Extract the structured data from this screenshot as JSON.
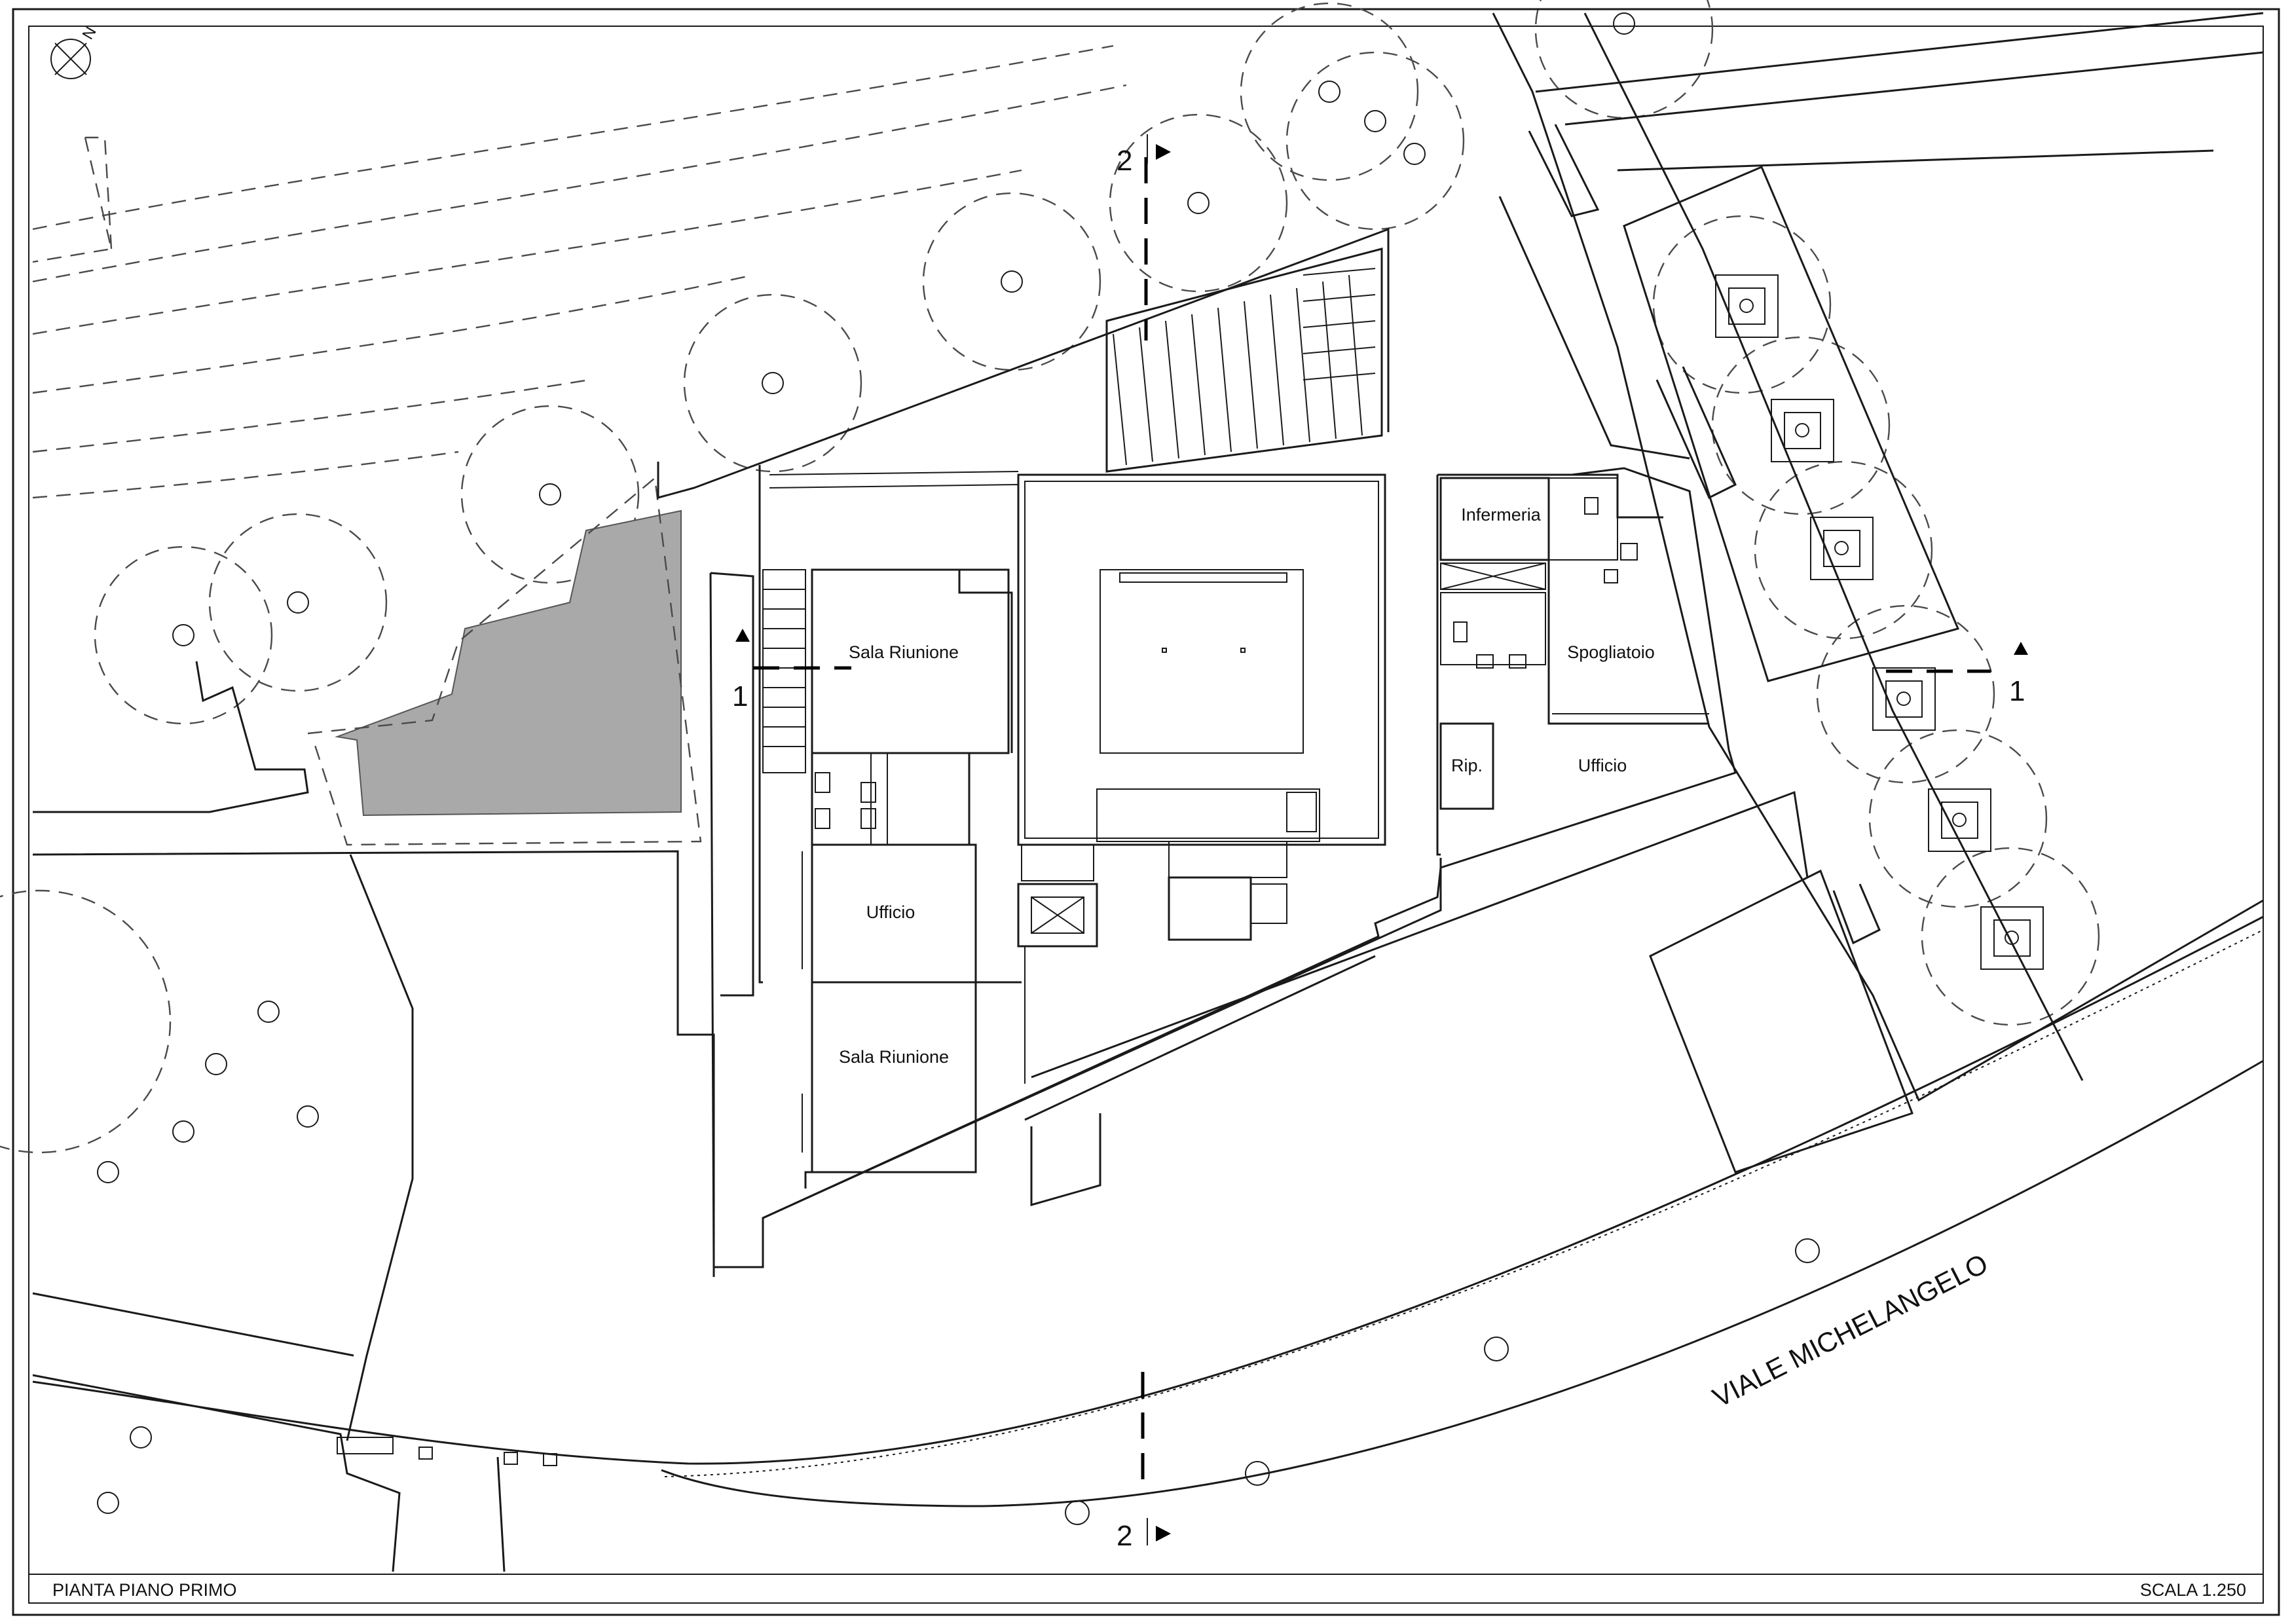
{
  "sheet": {
    "title": "PIANTA PIANO PRIMO",
    "scale": "SCALA 1.250",
    "street": "VIALE MICHELANGELO",
    "north_symbol": "N"
  },
  "rooms": {
    "sala_riunione_1": "Sala Riunione",
    "sala_riunione_2": "Sala Riunione",
    "ufficio_west": "Ufficio",
    "ufficio_east": "Ufficio",
    "infermeria": "Infermeria",
    "spogliatoio": "Spogliatoio",
    "ripostiglio": "Rip."
  },
  "sections": {
    "s1_left": "1",
    "s1_right": "1",
    "s2_top": "2",
    "s2_bottom": "2"
  },
  "colors": {
    "line": "#1a1a1a",
    "shaded_area": "#a9a9a9",
    "background": "#ffffff"
  }
}
